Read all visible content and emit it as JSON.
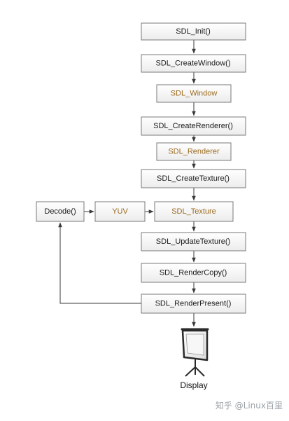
{
  "colors": {
    "function_text": "#1a1a1a",
    "object_text": "#9c6a1e",
    "box_border": "#7a7a7a",
    "arrow": "#3a3a3a"
  },
  "nodes": {
    "sdl_init": "SDL_Init()",
    "create_window": "SDL_CreateWindow()",
    "sdl_window": "SDL_Window",
    "create_renderer": "SDL_CreateRenderer()",
    "sdl_renderer": "SDL_Renderer",
    "create_texture": "SDL_CreateTexture()",
    "decode": "Decode()",
    "yuv": "YUV",
    "sdl_texture": "SDL_Texture",
    "update_texture": "SDL_UpdateTexture()",
    "render_copy": "SDL_RenderCopy()",
    "render_present": "SDL_RenderPresent()"
  },
  "display_label": "Display",
  "display_icon": "projector-screen-icon",
  "watermark": "知乎 @Linux百里"
}
